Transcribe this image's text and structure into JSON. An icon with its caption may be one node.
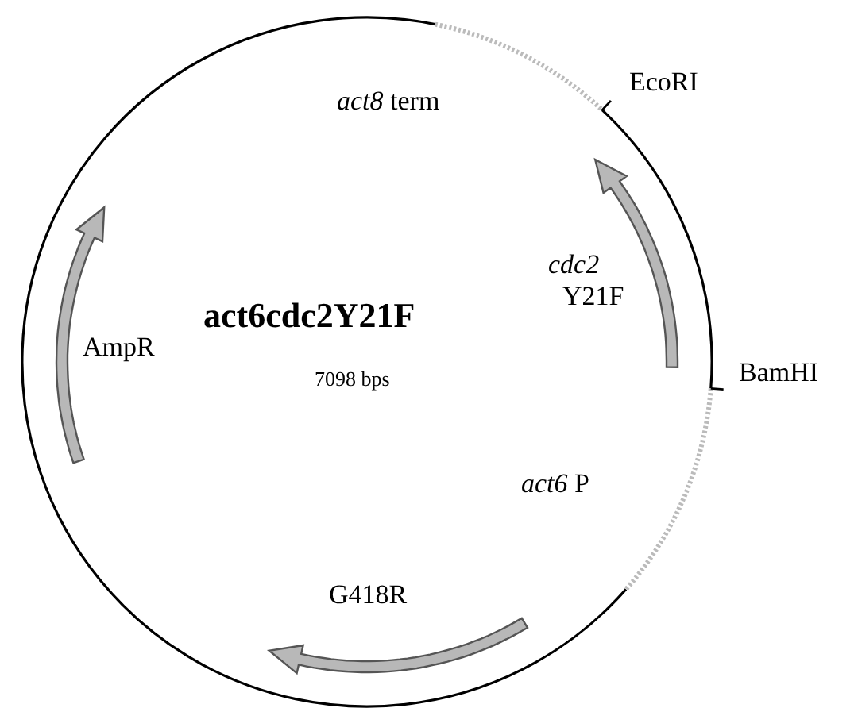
{
  "diagram": {
    "title": "act6cdc2Y21F",
    "labels": [
      "*act8* term",
      "EcoRI",
      "*cdc2*",
      "Y21F",
      "AmpR",
      "7098 bps",
      "BamHI",
      "*act6* P",
      "G418R"
    ]
  }
}
